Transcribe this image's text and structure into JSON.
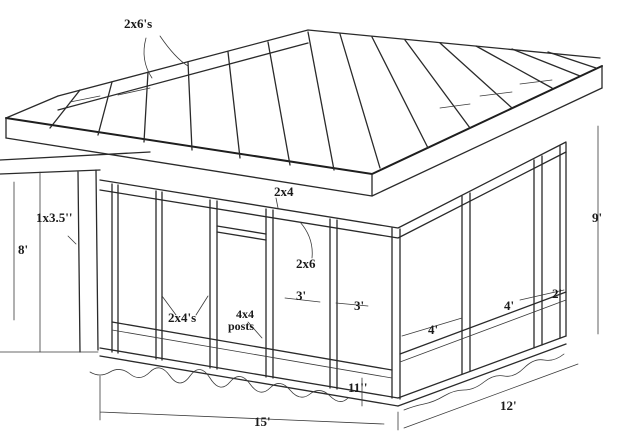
{
  "labels": {
    "rafters": "2x6's",
    "header_top": "2x4",
    "header_side": "2x6",
    "ledger": "1x3.5''",
    "wall_height": "8'",
    "studs": "2x4's",
    "posts_line1": "4x4",
    "posts_line2": "posts",
    "door_width_left": "3'",
    "door_width_right": "3'",
    "panel_front": "4'",
    "panel_side": "4'",
    "corner_gap": "2'",
    "right_height": "9'",
    "sill": "11''",
    "front_length": "15'",
    "side_length": "12'"
  }
}
